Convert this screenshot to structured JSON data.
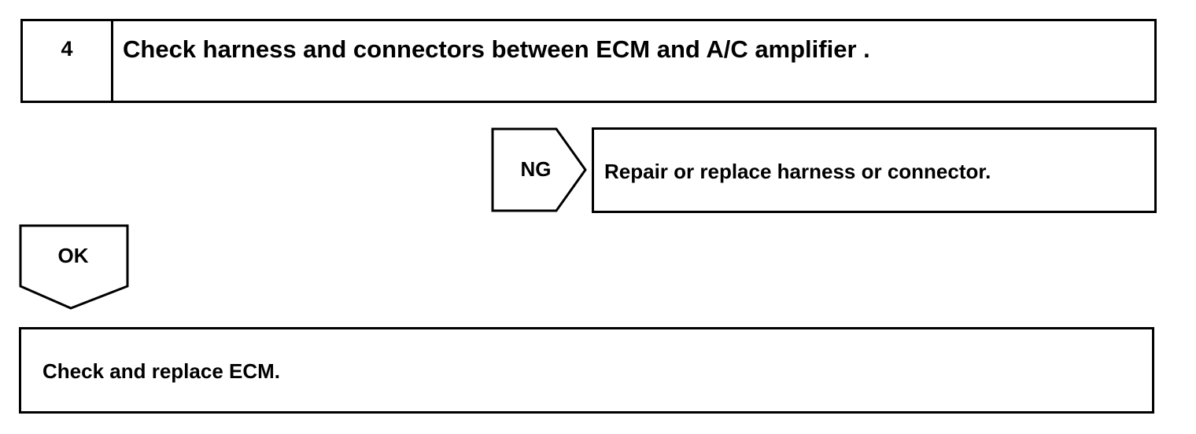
{
  "step": {
    "number": "4",
    "title": "Check harness and connectors between ECM and A/C amplifier ."
  },
  "ng_branch": {
    "label": "NG",
    "action": "Repair or replace harness or connector."
  },
  "ok_branch": {
    "label": "OK",
    "action": "Check and replace ECM."
  }
}
